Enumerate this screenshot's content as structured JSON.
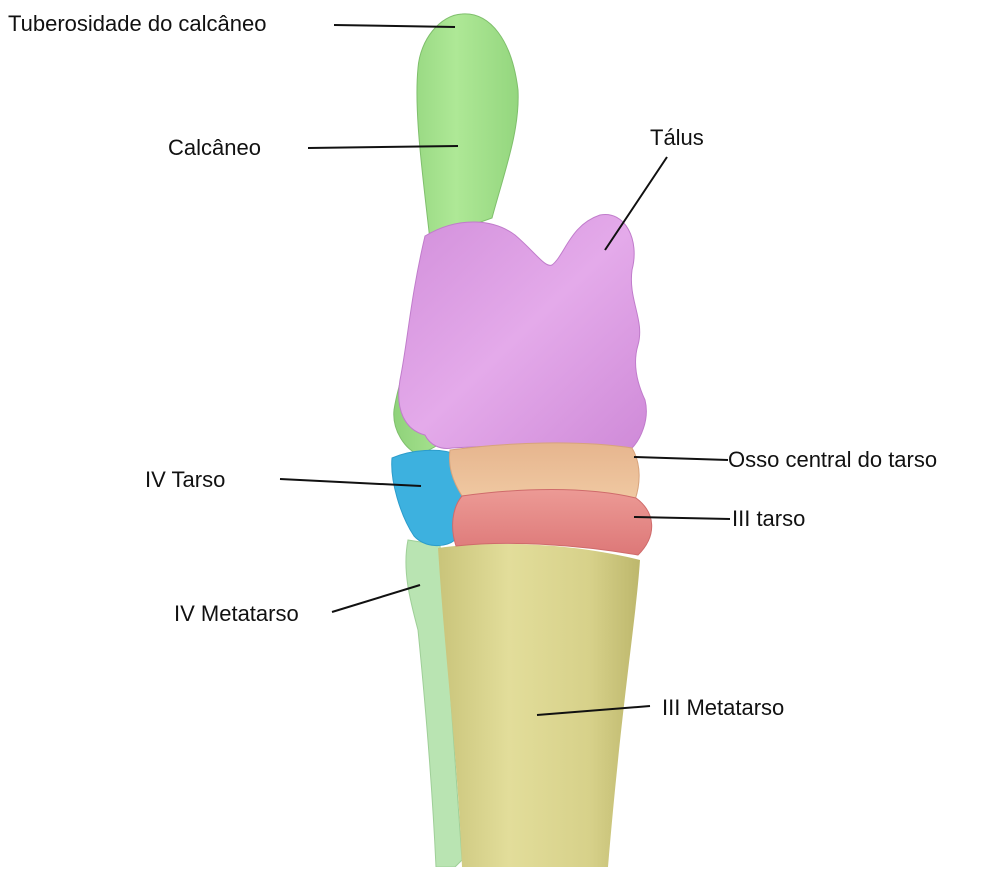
{
  "labels": {
    "tuberosidade": "Tuberosidade do calcâneo",
    "calcaneo": "Calcâneo",
    "talus": "Tálus",
    "osso_central": "Osso central do tarso",
    "iv_tarso": "IV Tarso",
    "iii_tarso": "III tarso",
    "iv_metatarso": "IV Metatarso",
    "iii_metatarso": "III Metatarso"
  },
  "colors": {
    "calcaneus": "#a6e68e",
    "calcaneus_shade": "#86c872",
    "talus": "#dca0e4",
    "talus_shade": "#c27fcd",
    "central_tarsal": "#ebbf98",
    "third_tarsal": "#e88a8a",
    "fourth_tarsal": "#3fb3e0",
    "fourth_metatarsal": "#b7e3b0",
    "third_metatarsal": "#dbd690",
    "third_metatarsal_shade": "#c4be72",
    "leader_line": "#111111"
  }
}
